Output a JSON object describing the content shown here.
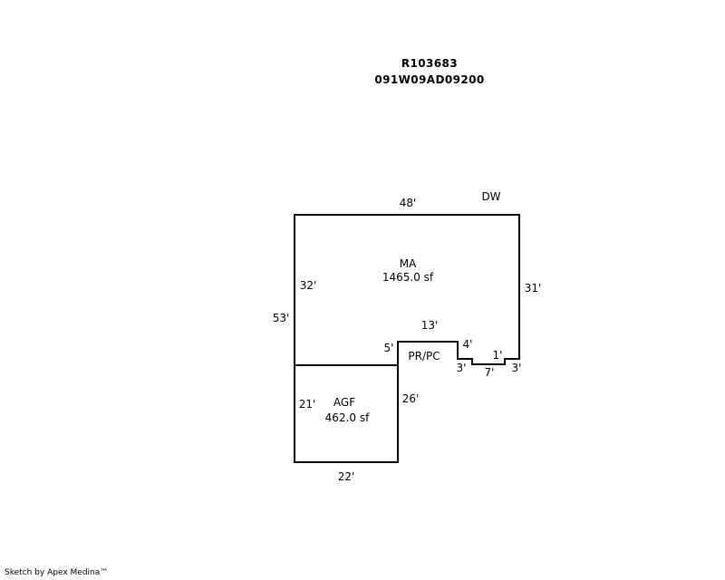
{
  "header": {
    "parcel_id": "R103683",
    "map_number": "091W09AD09200"
  },
  "sketch": {
    "labels": {
      "dw": "DW",
      "ma": "MA",
      "ma_area": "1465.0 sf",
      "agf": "AGF",
      "agf_area": "462.0 sf",
      "prpc": "PR/PC"
    },
    "dimensions": {
      "top_48": "48'",
      "left_32": "32'",
      "overall_53": "53'",
      "right_31": "31'",
      "notch_13": "13'",
      "notch_5": "5'",
      "step_4": "4'",
      "step_3a": "3'",
      "step_7": "7'",
      "step_1": "1'",
      "step_3b": "3'",
      "agf_21": "21'",
      "agf_26": "26'",
      "agf_22": "22'"
    }
  },
  "footer": {
    "credit": "Sketch by Apex Medina™"
  }
}
